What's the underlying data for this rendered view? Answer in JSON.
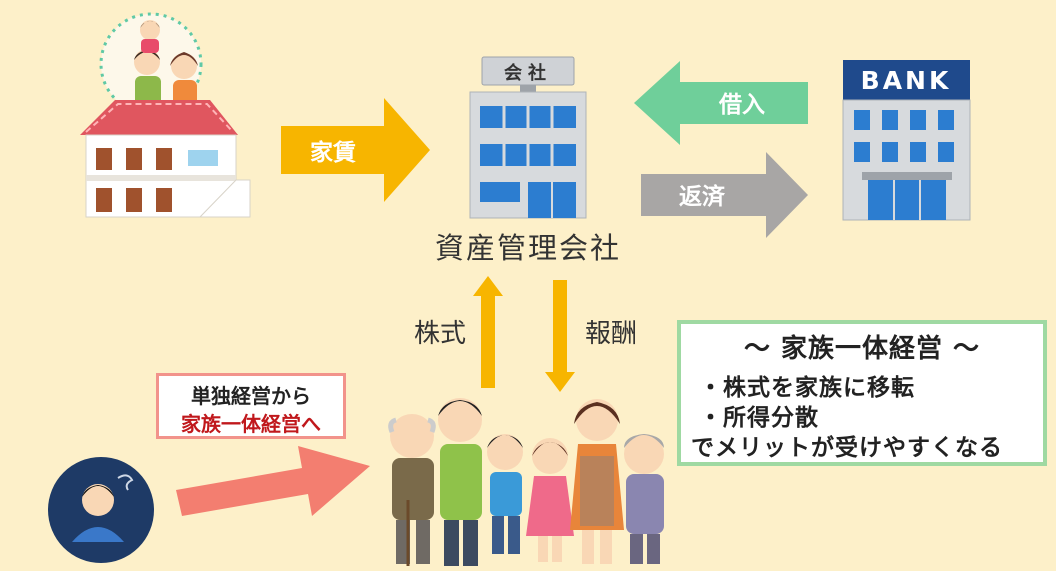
{
  "arrows": {
    "rent": "家賃",
    "borrow": "借入",
    "repay": "返済",
    "shares": "株式",
    "reward": "報酬"
  },
  "company": {
    "sign": "会社",
    "name": "資産管理会社"
  },
  "bank": {
    "sign": "BANK"
  },
  "transition": {
    "line1": "単独経営から",
    "line2": "家族一体経営へ"
  },
  "merit": {
    "title": "～ 家族一体経営 ～",
    "points": [
      "・株式を家族に移転",
      "・所得分散"
    ],
    "conclusion": "でメリットが受けやすくなる"
  },
  "colors": {
    "background": "#fdf0c9",
    "rent_arrow": "#f7b500",
    "borrow_arrow": "#6fcf9a",
    "repay_arrow": "#a8a6a5",
    "vertical_arrows": "#f7b500",
    "transition_arrow": "#f37e70",
    "merit_border": "#9fd9a2",
    "transition_border": "#f2938b",
    "transition_accent": "#c0181c"
  }
}
